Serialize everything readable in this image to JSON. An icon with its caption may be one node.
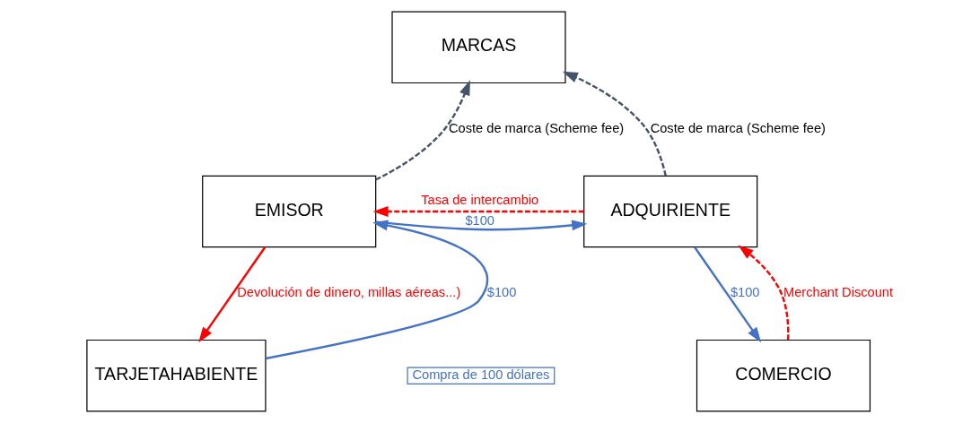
{
  "diagram": {
    "nodes": [
      {
        "text": [
          "MARCAS"
        ]
      },
      {
        "text": [
          "EMISOR"
        ]
      },
      {
        "text": [
          "ADQUIRIENTE"
        ]
      },
      {
        "text": [
          "TARJETAHABIENTE"
        ]
      },
      {
        "text": [
          "COMERCIO"
        ]
      },
      {
        "text": [
          "Compra de 100 dólares"
        ]
      }
    ],
    "edges": [
      {
        "from": 1,
        "to": 0,
        "arrow": "to",
        "label": "Coste de marca (Scheme fee)",
        "style": "dashed",
        "color": "#44546a"
      },
      {
        "from": 2,
        "to": 0,
        "arrow": "to",
        "label": "Coste de marca (Scheme fee)",
        "style": "dashed",
        "color": "#44546a"
      },
      {
        "from": 2,
        "to": 1,
        "arrow": "to",
        "label": "Tasa de intercambio",
        "style": "dashed",
        "color": "#ff0000"
      },
      {
        "from": 1,
        "to": 2,
        "arrow": "to",
        "label": "$100",
        "color": "#4472c4"
      },
      {
        "from": 1,
        "to": 3,
        "arrow": "to",
        "label": "Devolución de dinero, millas aéreas...)",
        "color": "#ff0000"
      },
      {
        "from": 3,
        "to": 1,
        "arrow": "to",
        "label": "$100",
        "color": "#4472c4"
      },
      {
        "from": 2,
        "to": 4,
        "arrow": "to",
        "label": "$100",
        "color": "#4472c4"
      },
      {
        "from": 4,
        "to": 2,
        "arrow": "to",
        "label": "Merchant Discount",
        "style": "dashed",
        "color": "#ff0000"
      }
    ]
  }
}
